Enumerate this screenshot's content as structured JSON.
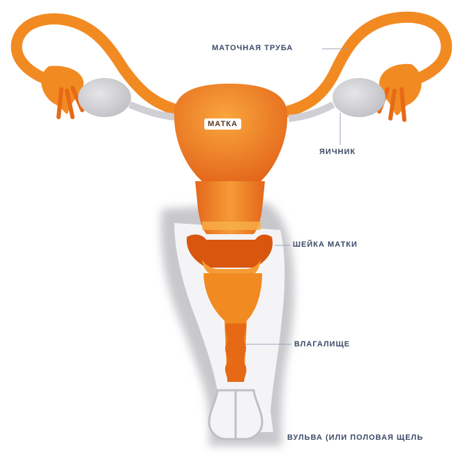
{
  "labels": {
    "uterus": "МАТКА",
    "fallopian_tube": "МАТОЧНАЯ ТРУБА",
    "ovary": "ЯИЧНИК",
    "cervix": "ШЕЙКА МАТКИ",
    "vagina": "ВЛАГАЛИЩЕ",
    "vulva": "ВУЛЬВА (ИЛИ ПОЛОВАЯ ЩЕЛЬ"
  },
  "colors": {
    "organ_orange": "#f28a22",
    "organ_dark": "#d8560e",
    "organ_light": "#f8b04a",
    "ovary_gray": "#c9c9cc",
    "tissue_gray": "#b9b9bd",
    "label_text": "#3b4a66"
  }
}
